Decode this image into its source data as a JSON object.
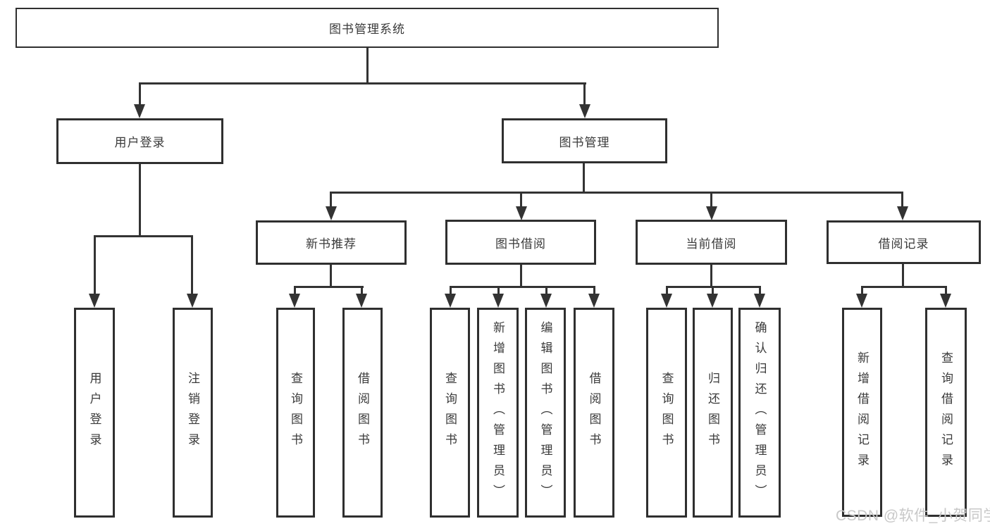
{
  "diagram": {
    "type": "tree",
    "title": "图书管理系统",
    "watermark": "CSDN @软件_小贺同学",
    "colors": {
      "background": "#ffffff",
      "line": "#333333",
      "box_border": "#2f2f2f",
      "text": "#3a3a3a",
      "watermark": "#c8c8c8"
    },
    "nodes": {
      "root": {
        "label": "图书管理系统"
      },
      "login": {
        "label": "用户登录",
        "children": [
          "用户登录",
          "注销登录"
        ]
      },
      "mgmt": {
        "label": "图书管理",
        "children": [
          {
            "label": "新书推荐",
            "children": [
              "查询图书",
              "借阅图书"
            ]
          },
          {
            "label": "图书借阅",
            "children": [
              "查询图书",
              "新增图书（管理员）",
              "编辑图书（管理员）",
              "借阅图书"
            ]
          },
          {
            "label": "当前借阅",
            "children": [
              "查询图书",
              "归还图书",
              "确认归还（管理员）"
            ]
          },
          {
            "label": "借阅记录",
            "children": [
              "新增借阅记录",
              "查询借阅记录"
            ]
          }
        ]
      }
    }
  }
}
